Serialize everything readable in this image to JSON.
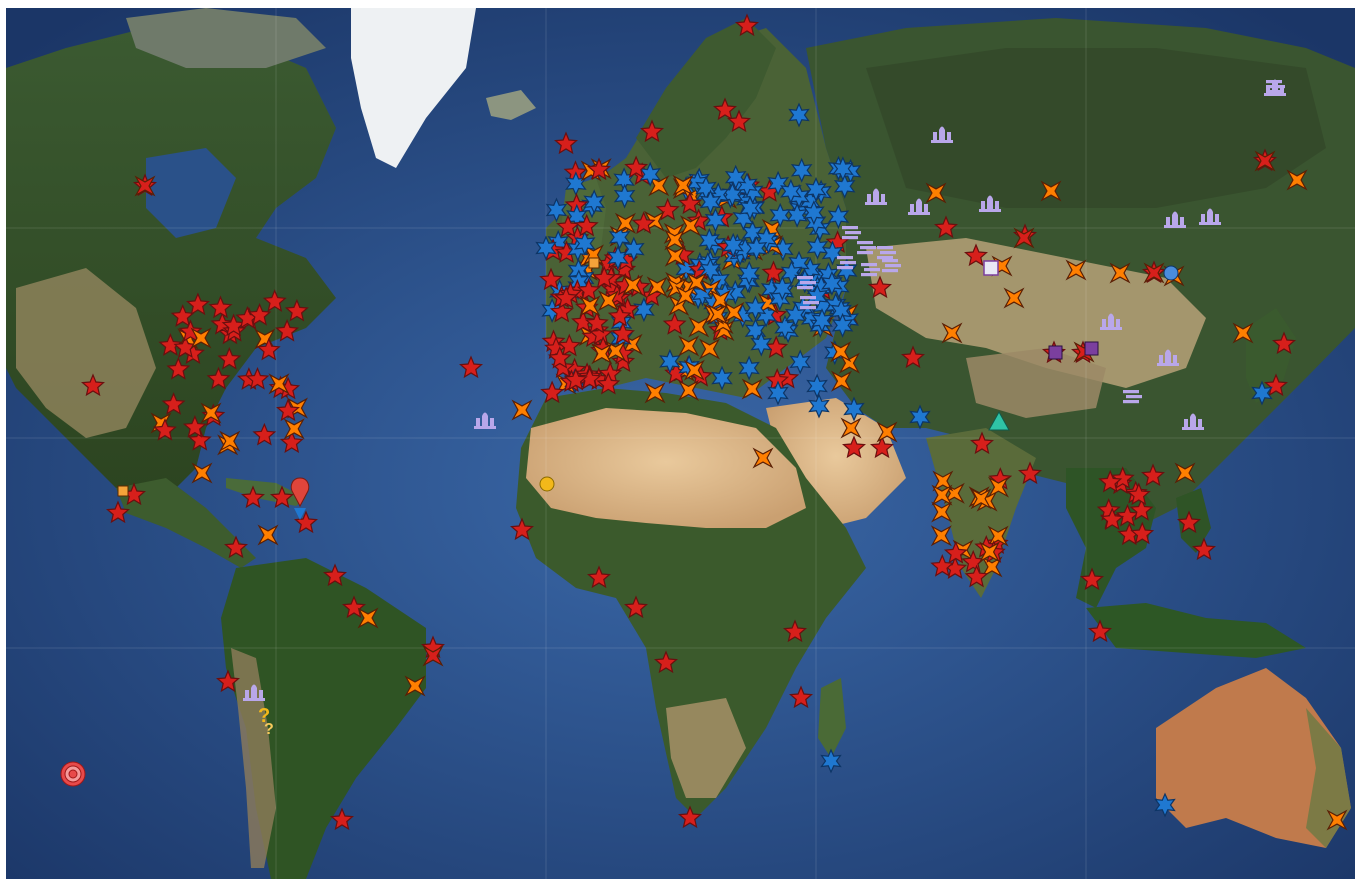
{
  "map": {
    "basemap": "satellite",
    "colors": {
      "ocean_deep": "#1d3a6e",
      "ocean": "#2c5794",
      "ocean_shallow": "#3f6fae",
      "land_green": "#3f5a2a",
      "land_dark": "#2f4322",
      "desert": "#d9b483",
      "desert_light": "#e6c79a",
      "ice": "#f2f4f6",
      "border": "#e8e8e8",
      "red": "#d71f1b",
      "orange": "#ff7f00",
      "blue": "#1f78d1",
      "lavender": "#b9a7ea",
      "purple": "#7b3f9e",
      "yellow": "#f3b81a",
      "teal": "#2fc3a6"
    },
    "marker_types": [
      "red-star",
      "orange-bowtie",
      "red-bowtie",
      "blue-star",
      "lavender-temple-icon",
      "lavender-bars-icon",
      "red-map-pin-icon",
      "yellow-circle",
      "blue-circle",
      "purple-square",
      "teal-triangle",
      "concentric-target-icon",
      "question-mark-icon"
    ]
  }
}
